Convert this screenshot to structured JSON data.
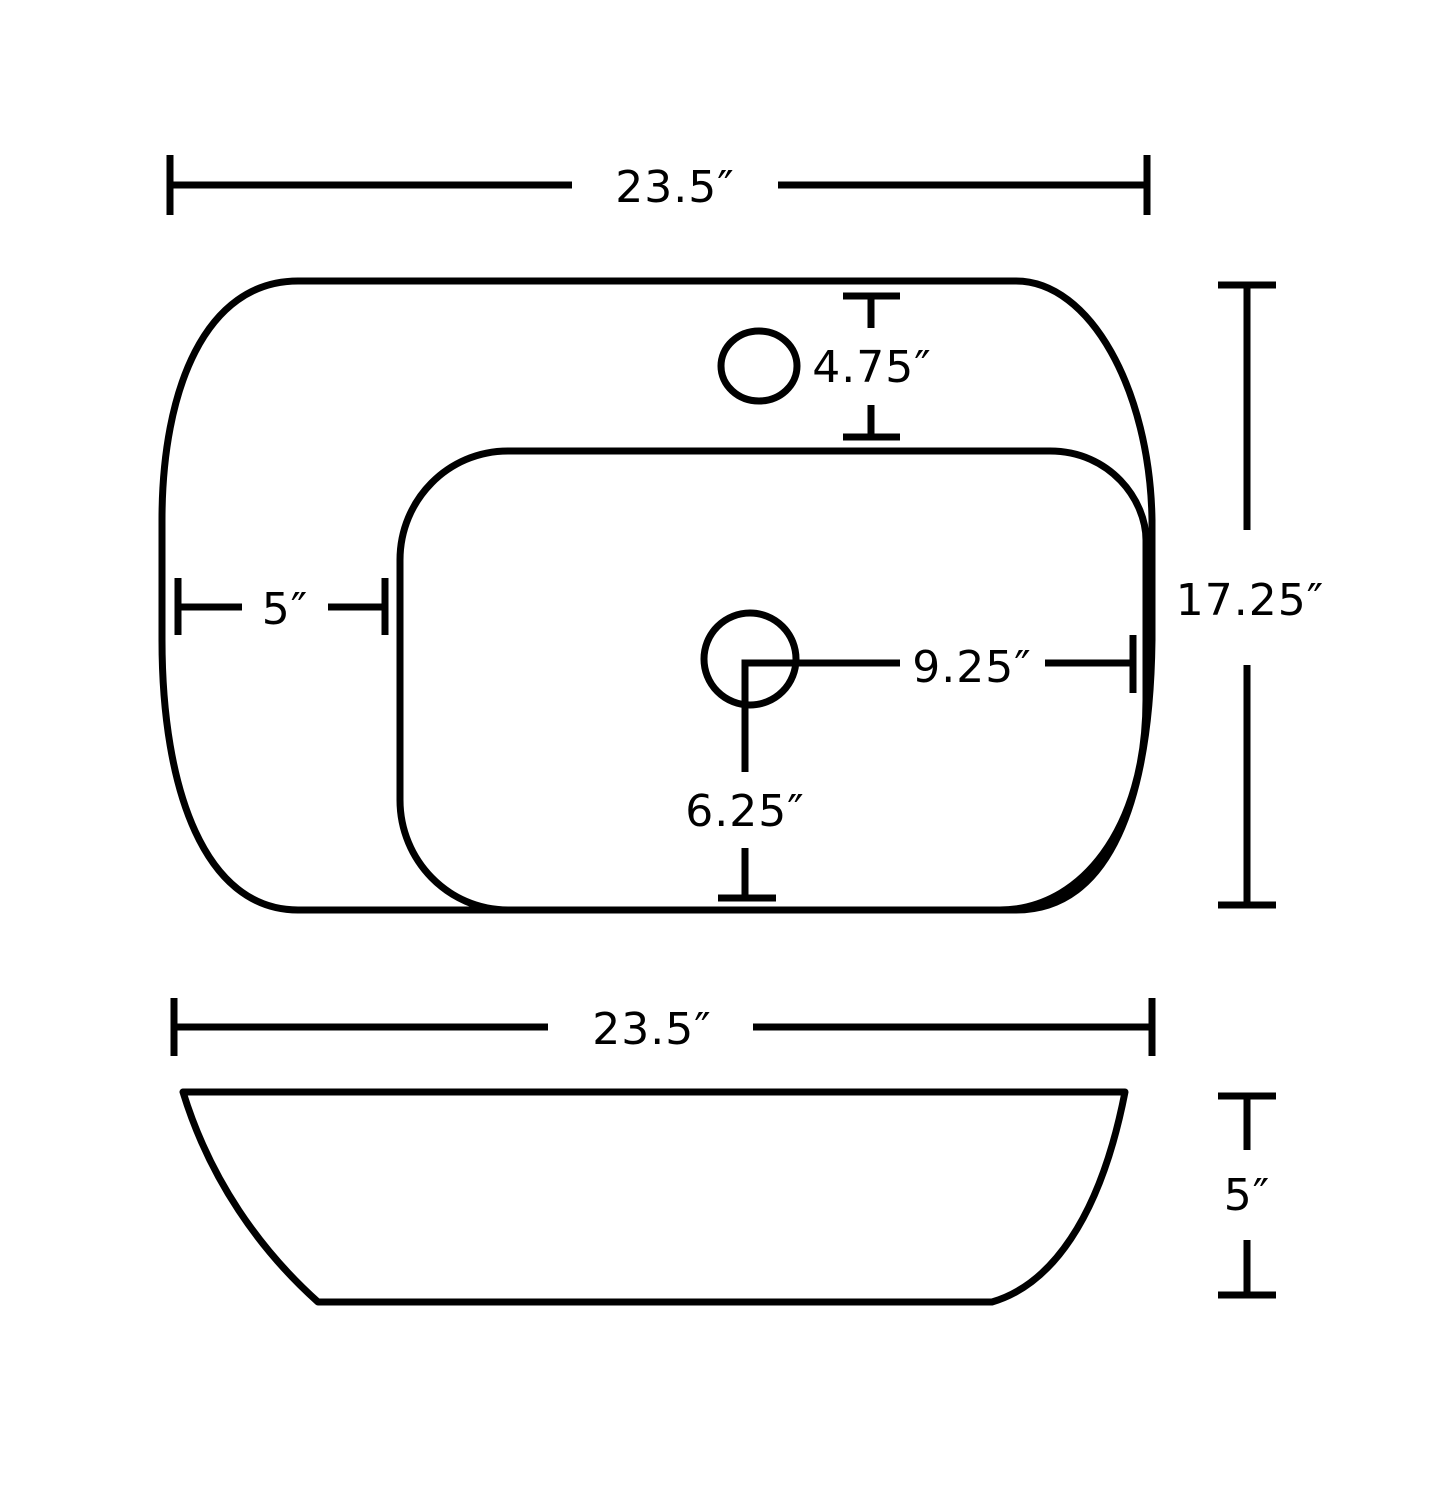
{
  "diagram": {
    "type": "technical-dimension-drawing",
    "subject": "vessel sink",
    "colors": {
      "line": "#000000",
      "background": "#ffffff"
    },
    "top_view": {
      "overall_width": "23.5″",
      "overall_depth": "17.25″",
      "faucet_hole_to_basin": "4.75″",
      "left_rim_to_basin": "5″",
      "drain_to_right_basin_edge": "9.25″",
      "drain_to_front_edge": "6.25″"
    },
    "side_view": {
      "overall_width": "23.5″",
      "height": "5″"
    }
  }
}
